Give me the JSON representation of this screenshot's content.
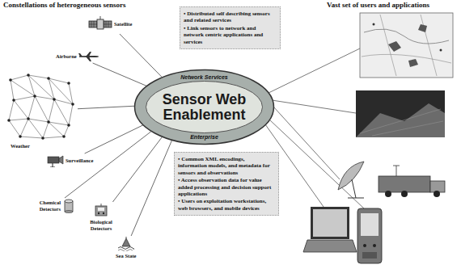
{
  "diagram": {
    "nodes": [
      {
        "text": [
          "Network Services",
          "Sensor Web Enablement",
          "Enterprise"
        ]
      },
      {
        "text": [
          "• Distributed self describing sensors and related services",
          "• Link sensors to network and network centric applications and services"
        ]
      },
      {
        "text": [
          "• Common XML encodings, information models, and metadata for sensors and observations",
          "• Access observation data for value added processing and decision support applications",
          "• Users on exploitation workstations, web browsers, and mobile devices"
        ]
      },
      {
        "text": [
          "Satellite"
        ]
      },
      {
        "text": [
          "Airborne"
        ]
      },
      {
        "text": [
          "Weather"
        ]
      },
      {
        "text": [
          "Surveillance"
        ]
      },
      {
        "text": [
          "Chemical Detectors"
        ]
      },
      {
        "text": [
          "Biological Detectors"
        ]
      },
      {
        "text": [
          "Sea State"
        ]
      }
    ],
    "edges": [
      {
        "from": 3,
        "to": 0,
        "arrow": "none"
      },
      {
        "from": 4,
        "to": 0,
        "arrow": "none"
      },
      {
        "from": 5,
        "to": 0,
        "arrow": "none"
      },
      {
        "from": 6,
        "to": 0,
        "arrow": "none"
      },
      {
        "from": 7,
        "to": 0,
        "arrow": "none"
      },
      {
        "from": 8,
        "to": 0,
        "arrow": "none"
      },
      {
        "from": 9,
        "to": 0,
        "arrow": "none"
      }
    ],
    "labels": [
      "Constellations of heterogeneous sensors",
      "Vast set of users and applications"
    ]
  }
}
